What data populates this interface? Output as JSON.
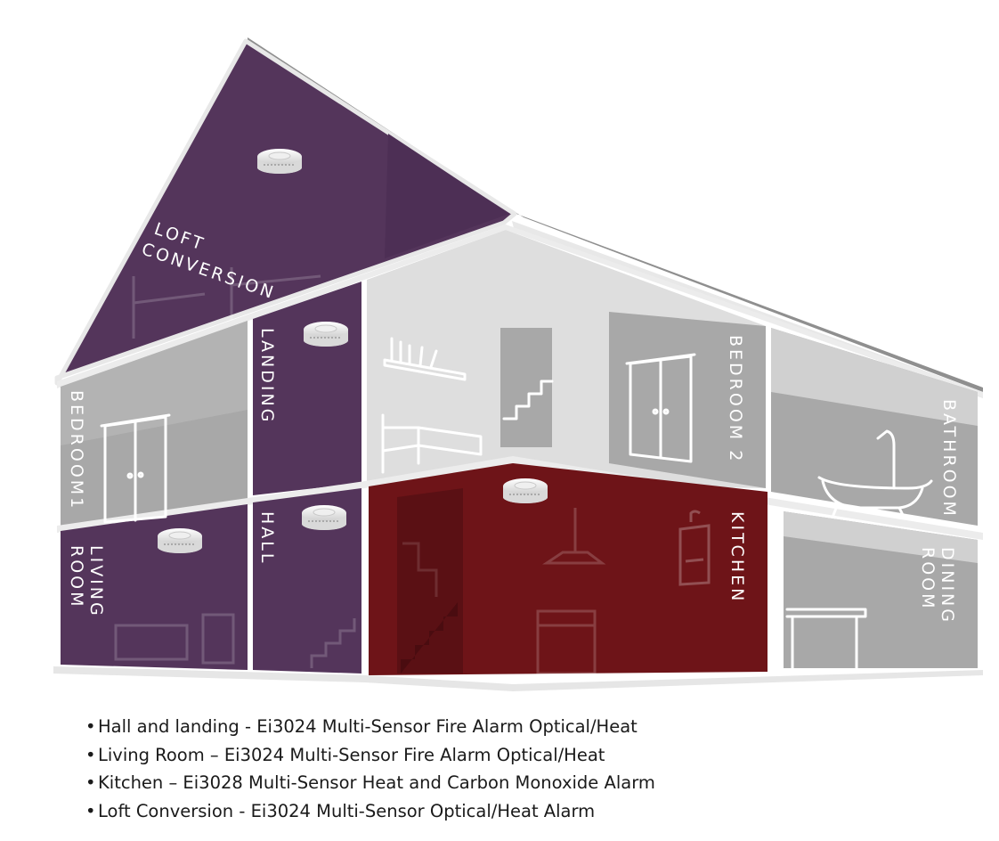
{
  "colors": {
    "purple": "#54355b",
    "kitchen_red": "#6e1418",
    "grey_room": "#a8a8a8",
    "light_room": "#dedede",
    "roof": "#8f8f8f"
  },
  "rooms": {
    "loft": {
      "line1": "LOFT",
      "line2": "CONVERSION"
    },
    "bedroom1": "BEDROOM1",
    "landing": "LANDING",
    "bedroom2": "BEDROOM 2",
    "bathroom": "BATHROOM",
    "living": {
      "line1": "LIVING",
      "line2": "ROOM"
    },
    "hall": "HALL",
    "kitchen": "KITCHEN",
    "dining": {
      "line1": "DINING",
      "line2": "ROOM"
    }
  },
  "alarm_icon": "smoke-alarm-icon",
  "legend": [
    "Hall and landing - Ei3024 Multi-Sensor Fire Alarm Optical/Heat",
    "Living Room – Ei3024 Multi-Sensor Fire Alarm Optical/Heat",
    "Kitchen – Ei3028 Multi-Sensor Heat and Carbon Monoxide Alarm",
    "Loft Conversion - Ei3024 Multi-Sensor Optical/Heat Alarm"
  ],
  "bullet": "•"
}
